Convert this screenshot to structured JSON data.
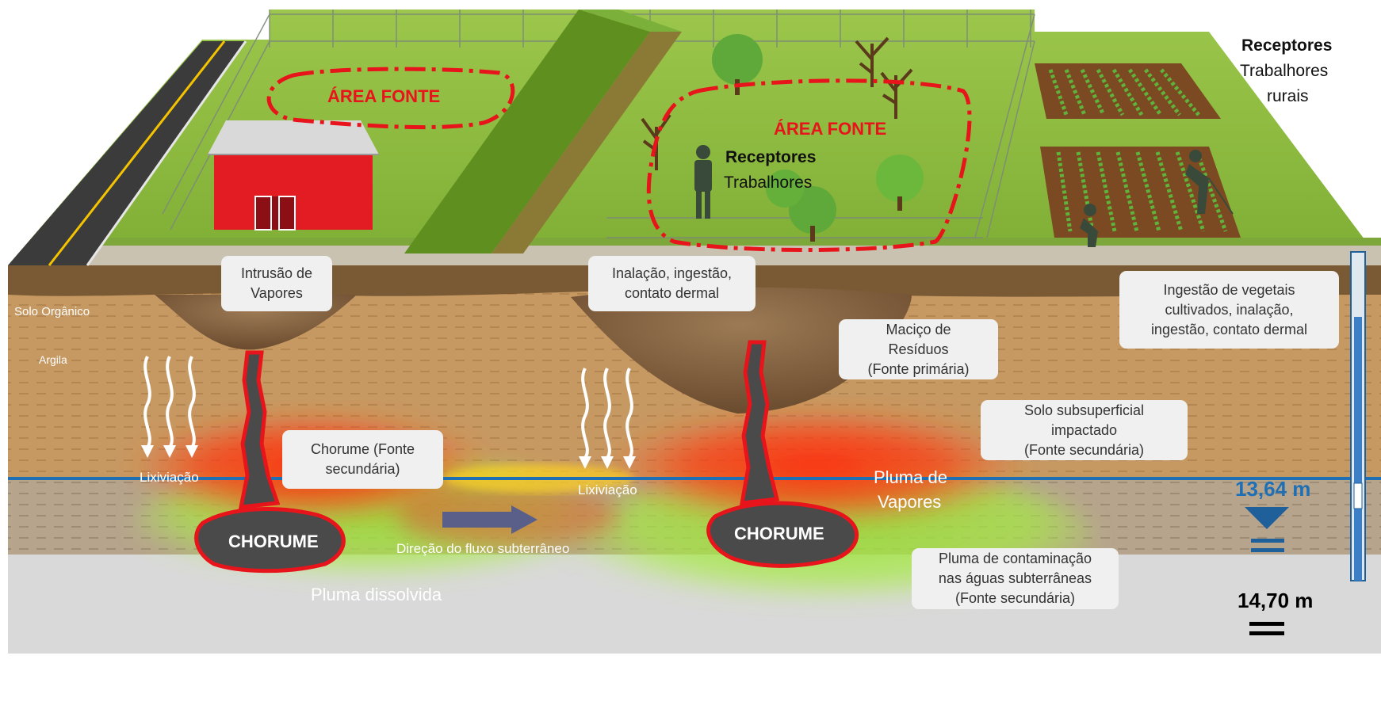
{
  "labels": {
    "area_fonte_1": "ÁREA FONTE",
    "area_fonte_2": "ÁREA FONTE",
    "receptores_rurais_title": "Receptores",
    "receptores_rurais_line1": "Trabalhores",
    "receptores_rurais_line2": "rurais",
    "receptores_title": "Receptores",
    "receptores_sub": "Trabalhores",
    "solo_organico": "Solo Orgânico",
    "argila": "Argila",
    "lixiviacao_1": "Lixiviação",
    "lixiviacao_2": "Lixiviação",
    "chorume_1": "CHORUME",
    "chorume_2": "CHORUME",
    "direcao_fluxo": "Direção do fluxo subterrâneo",
    "pluma_dissolvida": "Pluma dissolvida",
    "pluma_vapores_line1": "Pluma de",
    "pluma_vapores_line2": "Vapores"
  },
  "boxes": {
    "intrusao_line1": "Intrusão de",
    "intrusao_line2": "Vapores",
    "inalacao_line1": "Inalação, ingestão,",
    "inalacao_line2": "contato dermal",
    "ingestao_line1": "Ingestão de vegetais",
    "ingestao_line2": "cultivados,  inalação,",
    "ingestao_line3": "ingestão, contato dermal",
    "macico_line1": "Maciço de",
    "macico_line2": "Resíduos",
    "macico_line3": "(Fonte primária)",
    "solo_sub_line1": "Solo subsuperficial",
    "solo_sub_line2": "impactado",
    "solo_sub_line3": "(Fonte secundária)",
    "chorume_fonte_line1": "Chorume (Fonte",
    "chorume_fonte_line2": "secundária)",
    "pluma_agua_line1": "Pluma de contaminação",
    "pluma_agua_line2": "nas águas subterrâneas",
    "pluma_agua_line3": "(Fonte secundária)"
  },
  "depths": {
    "water_level": "13,64 m",
    "bottom_level": "14,70 m"
  },
  "colors": {
    "grass": "#8dbb3e",
    "soil": "#c89a62",
    "groundwater": "#b9a78f",
    "water_line": "#1f6fb5",
    "fonte_red": "#e8141b",
    "chorume_gray": "#4a4a4a",
    "depth_blue": "#1f6fb5"
  },
  "icons": [
    "barn-icon",
    "tree-icon",
    "worker-icon",
    "well-icon",
    "water-level-triangle-icon",
    "arrow-icon",
    "wavy-arrow-icon"
  ]
}
